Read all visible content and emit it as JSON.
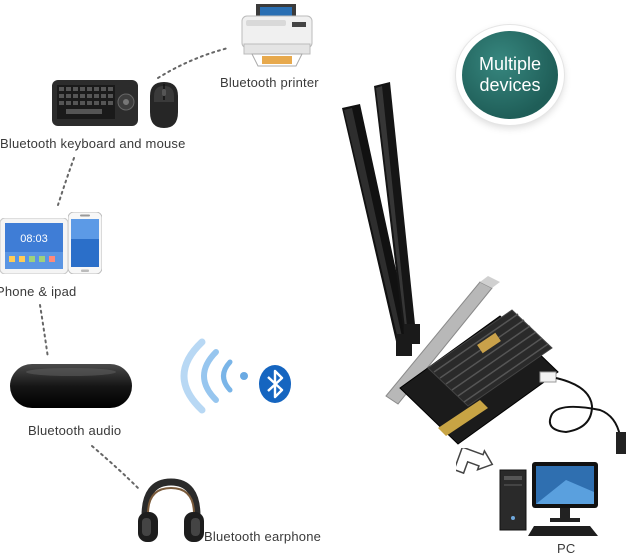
{
  "badge": {
    "line1": "Multiple",
    "line2": "devices"
  },
  "devices": {
    "printer": "Bluetooth printer",
    "keyboard_mouse": "Bluetooth keyboard and mouse",
    "phone_ipad": "Phone & ipad",
    "audio": "Bluetooth audio",
    "earphone": "Bluetooth earphone",
    "pc": "PC"
  },
  "tablet_screen_time": "08:03",
  "colors": {
    "badge": "#2a6f68",
    "bluetooth": "#1565c0",
    "waves": "#8ec1ec",
    "card": "#1b1b1b",
    "heatsink": "#2a2a2a",
    "bracket": "#b8b8b8"
  },
  "icons": [
    "bluetooth-icon",
    "wireless-waves-icon",
    "arrow-icon"
  ]
}
